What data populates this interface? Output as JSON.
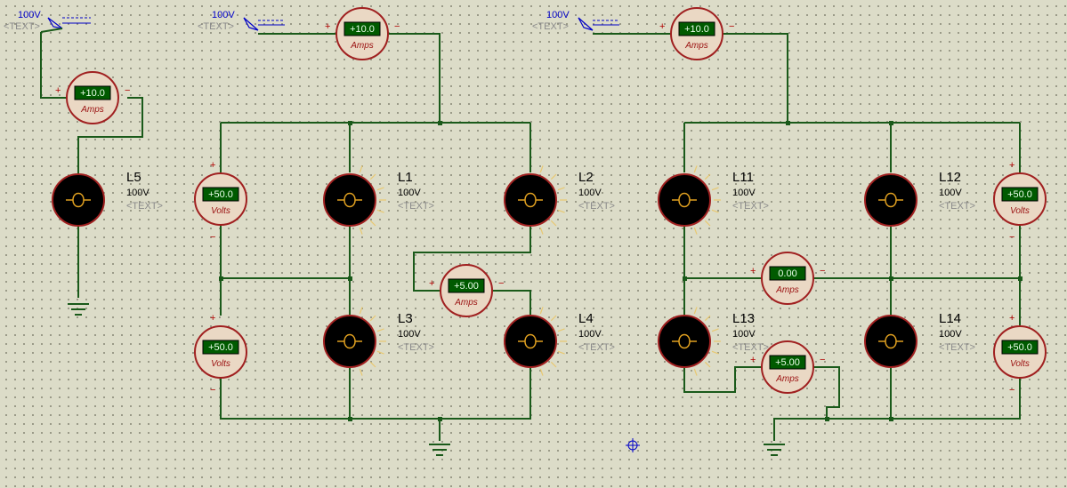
{
  "sources": [
    {
      "id": "s1",
      "voltage": "100V",
      "text": "<TEXT>"
    },
    {
      "id": "s2",
      "voltage": "100V",
      "text": "<TEXT>"
    },
    {
      "id": "s3",
      "voltage": "100V",
      "text": "<TEXT>"
    }
  ],
  "lamps": [
    {
      "id": "L5",
      "name": "L5",
      "value": "100V",
      "text": "<TEXT>"
    },
    {
      "id": "L1",
      "name": "L1",
      "value": "100V",
      "text": "<TEXT>"
    },
    {
      "id": "L2",
      "name": "L2",
      "value": "100V",
      "text": "<TEXT>"
    },
    {
      "id": "L3",
      "name": "L3",
      "value": "100V",
      "text": "<TEXT>"
    },
    {
      "id": "L4",
      "name": "L4",
      "value": "100V",
      "text": "<TEXT>"
    },
    {
      "id": "L11",
      "name": "L11",
      "value": "100V",
      "text": "<TEXT>"
    },
    {
      "id": "L12",
      "name": "L12",
      "value": "100V",
      "text": "<TEXT>"
    },
    {
      "id": "L13",
      "name": "L13",
      "value": "100V",
      "text": "<TEXT>"
    },
    {
      "id": "L14",
      "name": "L14",
      "value": "100V",
      "text": "<TEXT>"
    }
  ],
  "meters": [
    {
      "id": "a1",
      "kind": "ammeter",
      "reading": "+10.0",
      "unit": "Amps"
    },
    {
      "id": "a2",
      "kind": "ammeter",
      "reading": "+10.0",
      "unit": "Amps"
    },
    {
      "id": "a3",
      "kind": "ammeter",
      "reading": "+10.0",
      "unit": "Amps"
    },
    {
      "id": "v1",
      "kind": "voltmeter",
      "reading": "+50.0",
      "unit": "Volts"
    },
    {
      "id": "v2",
      "kind": "voltmeter",
      "reading": "+50.0",
      "unit": "Volts"
    },
    {
      "id": "a4",
      "kind": "ammeter",
      "reading": "+5.00",
      "unit": "Amps"
    },
    {
      "id": "a5",
      "kind": "ammeter",
      "reading": "0.00",
      "unit": "Amps"
    },
    {
      "id": "a6",
      "kind": "ammeter",
      "reading": "+5.00",
      "unit": "Amps"
    },
    {
      "id": "v3",
      "kind": "voltmeter",
      "reading": "+50.0",
      "unit": "Volts"
    },
    {
      "id": "v4",
      "kind": "voltmeter",
      "reading": "+50.0",
      "unit": "Volts"
    }
  ],
  "polarity": {
    "plus": "+",
    "minus": "−"
  },
  "colors": {
    "background": "#dcdcc8",
    "wire": "#1a5a1a",
    "meter_face": "#ead8c4",
    "meter_rim": "#a02020",
    "display": "#005a00",
    "lamp_body": "#000000",
    "lamp_filament": "#e0a020",
    "source_blue": "#0000c8"
  }
}
